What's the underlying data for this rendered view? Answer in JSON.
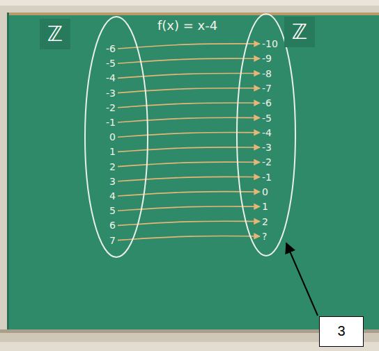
{
  "diagram": {
    "title": "f(x) = x-4",
    "nodes": [
      {
        "text": [
          "ℤ"
        ]
      },
      {
        "text": [
          "-6"
        ],
        "in": 0
      },
      {
        "text": [
          "-5"
        ],
        "in": 0
      },
      {
        "text": [
          "-4"
        ],
        "in": 0
      },
      {
        "text": [
          "-3"
        ],
        "in": 0
      },
      {
        "text": [
          "-2"
        ],
        "in": 0
      },
      {
        "text": [
          "-1"
        ],
        "in": 0
      },
      {
        "text": [
          "0"
        ],
        "in": 0
      },
      {
        "text": [
          "1"
        ],
        "in": 0
      },
      {
        "text": [
          "2"
        ],
        "in": 0
      },
      {
        "text": [
          "3"
        ],
        "in": 0
      },
      {
        "text": [
          "4"
        ],
        "in": 0
      },
      {
        "text": [
          "5"
        ],
        "in": 0
      },
      {
        "text": [
          "6"
        ],
        "in": 0
      },
      {
        "text": [
          "7"
        ],
        "in": 0
      },
      {
        "text": [
          "ℤ"
        ]
      },
      {
        "text": [
          "-10"
        ],
        "in": 15
      },
      {
        "text": [
          "-9"
        ],
        "in": 15
      },
      {
        "text": [
          "-8"
        ],
        "in": 15
      },
      {
        "text": [
          "-7"
        ],
        "in": 15
      },
      {
        "text": [
          "-6"
        ],
        "in": 15
      },
      {
        "text": [
          "-5"
        ],
        "in": 15
      },
      {
        "text": [
          "-4"
        ],
        "in": 15
      },
      {
        "text": [
          "-3"
        ],
        "in": 15
      },
      {
        "text": [
          "-2"
        ],
        "in": 15
      },
      {
        "text": [
          "-1"
        ],
        "in": 15
      },
      {
        "text": [
          "0"
        ],
        "in": 15
      },
      {
        "text": [
          "1"
        ],
        "in": 15
      },
      {
        "text": [
          "2"
        ],
        "in": 15
      },
      {
        "text": [
          "?"
        ],
        "in": 15
      }
    ],
    "edges": [
      {
        "from": 1,
        "to": 16,
        "arrow": "to"
      },
      {
        "from": 2,
        "to": 17,
        "arrow": "to"
      },
      {
        "from": 3,
        "to": 18,
        "arrow": "to"
      },
      {
        "from": 4,
        "to": 19,
        "arrow": "to"
      },
      {
        "from": 5,
        "to": 20,
        "arrow": "to"
      },
      {
        "from": 6,
        "to": 21,
        "arrow": "to"
      },
      {
        "from": 7,
        "to": 22,
        "arrow": "to"
      },
      {
        "from": 8,
        "to": 23,
        "arrow": "to"
      },
      {
        "from": 9,
        "to": 24,
        "arrow": "to"
      },
      {
        "from": 10,
        "to": 25,
        "arrow": "to"
      },
      {
        "from": 11,
        "to": 26,
        "arrow": "to"
      },
      {
        "from": 12,
        "to": 27,
        "arrow": "to"
      },
      {
        "from": 13,
        "to": 28,
        "arrow": "to"
      },
      {
        "from": 14,
        "to": 29,
        "arrow": "to"
      }
    ],
    "labels": [
      "3"
    ]
  }
}
